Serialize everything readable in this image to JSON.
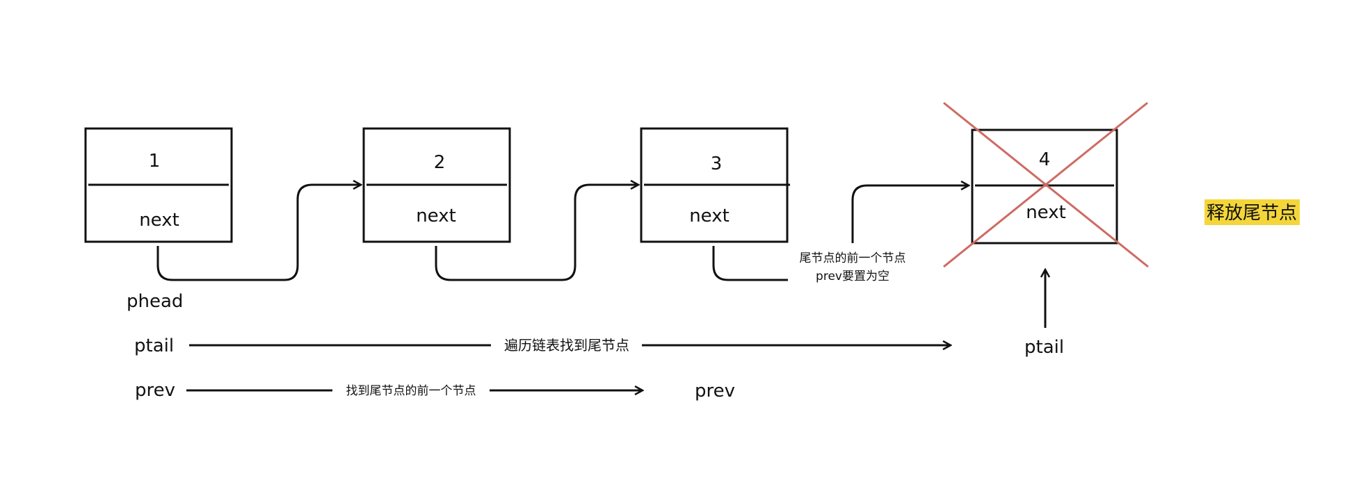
{
  "nodes": [
    {
      "value": "1",
      "field": "next"
    },
    {
      "value": "2",
      "field": "next"
    },
    {
      "value": "3",
      "field": "next"
    },
    {
      "value": "4",
      "field": "next"
    }
  ],
  "labels": {
    "phead": "phead",
    "ptail_start": "ptail",
    "ptail_end": "ptail",
    "prev_start": "prev",
    "prev_end": "prev"
  },
  "annotations": {
    "traverse_to_tail": "遍历链表找到尾节点",
    "find_prev_of_tail": "找到尾节点的前一个节点",
    "prev_set_null_line1": "尾节点的前一个节点",
    "prev_set_null_line2": "prev要置为空",
    "release_tail": "释放尾节点"
  },
  "colors": {
    "stroke": "#111111",
    "cross": "#cd6b63",
    "highlight": "#f4d63a"
  }
}
